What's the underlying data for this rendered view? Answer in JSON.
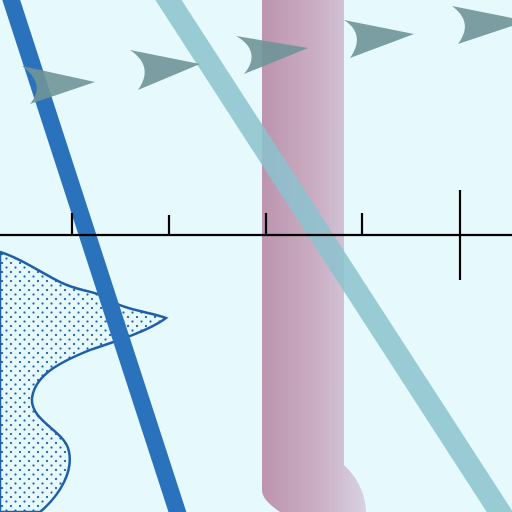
{
  "map": {
    "background_color": "#e6fafd",
    "features": [
      {
        "name": "blue-road",
        "kind": "road",
        "color": "#2a72bb"
      },
      {
        "name": "light-blue-road",
        "kind": "road",
        "color": "#8cc3cf"
      },
      {
        "name": "mauve-band",
        "kind": "area-band",
        "color_left": "#b98ba8",
        "color_right": "#d6cfe0"
      },
      {
        "name": "dotted-region",
        "kind": "marsh-area",
        "outline_color": "#1f5ea8",
        "dot_color": "#1f5ea8"
      },
      {
        "name": "scale-line",
        "kind": "ruler",
        "color": "#000000",
        "tick_count": 5
      },
      {
        "name": "flow-arrows",
        "kind": "direction-markers",
        "color": "#6f9598",
        "count": 5,
        "direction": "east"
      }
    ]
  }
}
